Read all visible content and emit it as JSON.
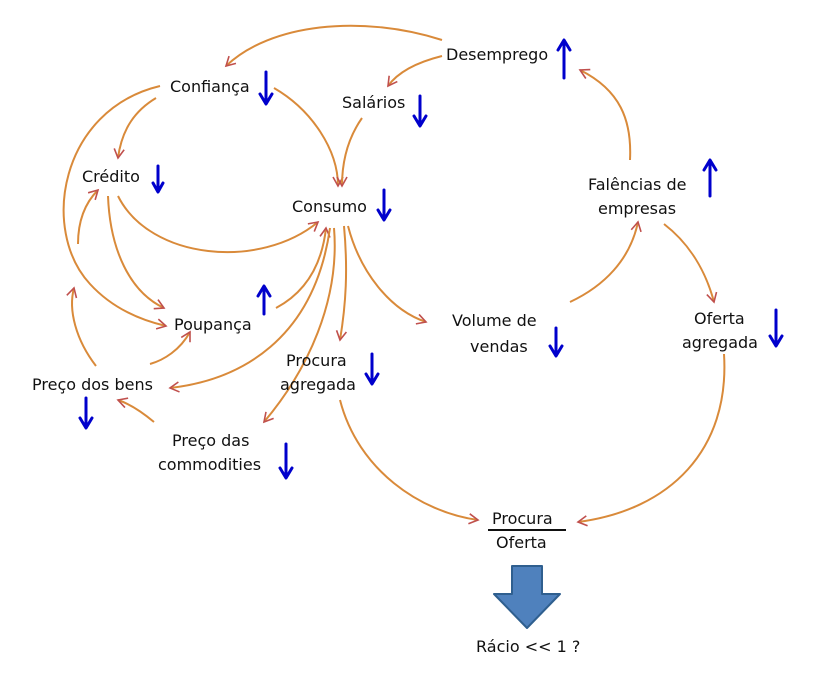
{
  "nodes": {
    "desemprego": {
      "label": "Desemprego",
      "trend": "up"
    },
    "confianca": {
      "label": "Confiança",
      "trend": "down"
    },
    "salarios": {
      "label": "Salários",
      "trend": "down"
    },
    "credito": {
      "label": "Crédito",
      "trend": "down"
    },
    "consumo": {
      "label": "Consumo",
      "trend": "down"
    },
    "falencias": {
      "label_line1": "Falências de",
      "label_line2": "empresas",
      "trend": "up"
    },
    "poupanca": {
      "label": "Poupança",
      "trend": "up"
    },
    "volume_vendas": {
      "label_line1": "Volume de",
      "label_line2": "vendas",
      "trend": "down"
    },
    "oferta_agregada": {
      "label_line1": "Oferta",
      "label_line2": "agregada",
      "trend": "down"
    },
    "procura_agregada": {
      "label_line1": "Procura",
      "label_line2": "agregada",
      "trend": "down"
    },
    "preco_bens": {
      "label": "Preço dos bens",
      "trend": "down"
    },
    "preco_commodities": {
      "label_line1": "Preço das",
      "label_line2": "commodities",
      "trend": "down"
    }
  },
  "ratio": {
    "numerator": "Procura",
    "denominator": "Oferta",
    "conclusion": "Rácio << 1 ?"
  },
  "colors": {
    "arrow": "#d98a3a",
    "arrowhead": "#c0504d",
    "trend_arrow": "#0000cc",
    "big_arrow_fill": "#4f81bd",
    "big_arrow_stroke": "#2f5f8f"
  },
  "icons": {
    "trend_up": "arrow-up-icon",
    "trend_down": "arrow-down-icon",
    "big_arrow": "block-arrow-down-icon"
  }
}
